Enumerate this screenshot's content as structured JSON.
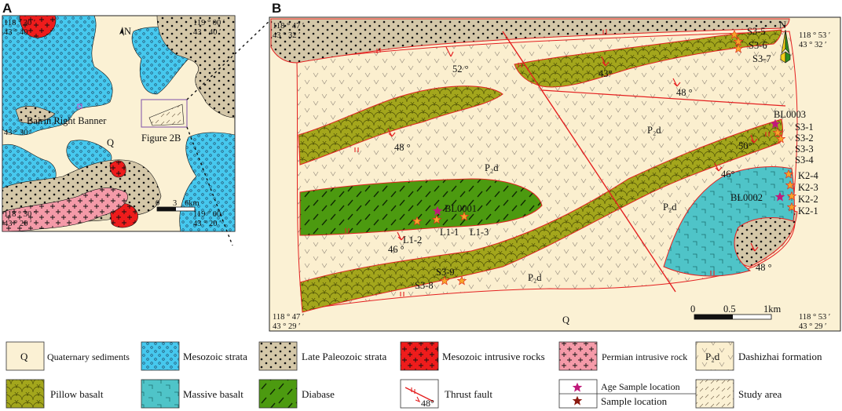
{
  "panel_a": {
    "letter": "A",
    "north": "N",
    "coords": {
      "top_left": [
        "118 ° 30 ′",
        "43 ° 40 ′"
      ],
      "top_right": [
        "119 ° 00 ′",
        "43 ° 40 ′"
      ],
      "mid_left": "43 ° 30 ′",
      "bottom_left": [
        "118 ° 30 ′",
        "43 ° 20 ′"
      ],
      "bottom_right": [
        "119 ° 00 ′",
        "43 ° 20 ′"
      ]
    },
    "labels": {
      "town": "Bairin Right Banner",
      "q": "Q",
      "figure_ref": "Figure 2B"
    },
    "scale": {
      "zero": "0",
      "mid": "3",
      "end": "6km"
    }
  },
  "panel_b": {
    "letter": "B",
    "north": "N",
    "coords": {
      "top_left": [
        "118 ° 47 ′",
        "43 ° 32 ′"
      ],
      "top_right": [
        "118 ° 53 ′",
        "43 ° 32 ′"
      ],
      "bottom_left": [
        "118 ° 47 ′",
        "43 ° 29 ′"
      ],
      "bottom_right": [
        "118 ° 53 ′",
        "43 ° 29 ′"
      ]
    },
    "unit_label": "P₂d",
    "q_label": "Q",
    "dips": [
      "52 °",
      "43°",
      "48 °",
      "48 °",
      "50°",
      "46°",
      "46 °",
      "48 °"
    ],
    "samples": {
      "s3_top": [
        "S3-5",
        "S3-6",
        "S3-7"
      ],
      "bl0003": "BL0003",
      "s3_right": [
        "S3-1",
        "S3-2",
        "S3-3",
        "S3-4"
      ],
      "k2": [
        "K2-4",
        "K2-3",
        "K2-2",
        "K2-1"
      ],
      "bl0002": "BL0002",
      "bl0001": "BL0001",
      "l1": [
        "L1-2",
        "L1-1",
        "L1-3"
      ],
      "s3_bottom": [
        "S3-9",
        "S3-8"
      ]
    },
    "scale": {
      "zero": "0",
      "mid": "0.5",
      "end": "1km"
    }
  },
  "legend": {
    "q_symbol": "Q",
    "p2d_symbol": "P₂d",
    "fault_angle": "48°",
    "items": [
      "Quaternary sediments",
      "Mesozoic strata",
      "Late Paleozoic strata",
      "Mesozoic intrusive rocks",
      "Permian intrusive rock",
      "Dashizhai formation",
      "Pillow basalt",
      "Massive basalt",
      "Diabase",
      "Thrust fault",
      "Age Sample location",
      "Sample location",
      "Study area"
    ]
  },
  "colors": {
    "quaternary": "#fbf1d4",
    "mesozoic": "#46c8ee",
    "late_paleozoic": "#d4c7a8",
    "mesozoic_intrusive": "#ee1c1c",
    "permian_intrusive": "#f49aa8",
    "dashizhai": "#fbefcf",
    "pillow_basalt": "#a3a61c",
    "massive_basalt": "#4fc4c8",
    "diabase": "#4c9a10",
    "fault": "#e42020",
    "age_star": "#c0197a",
    "sample_star": "#8b1a10"
  }
}
